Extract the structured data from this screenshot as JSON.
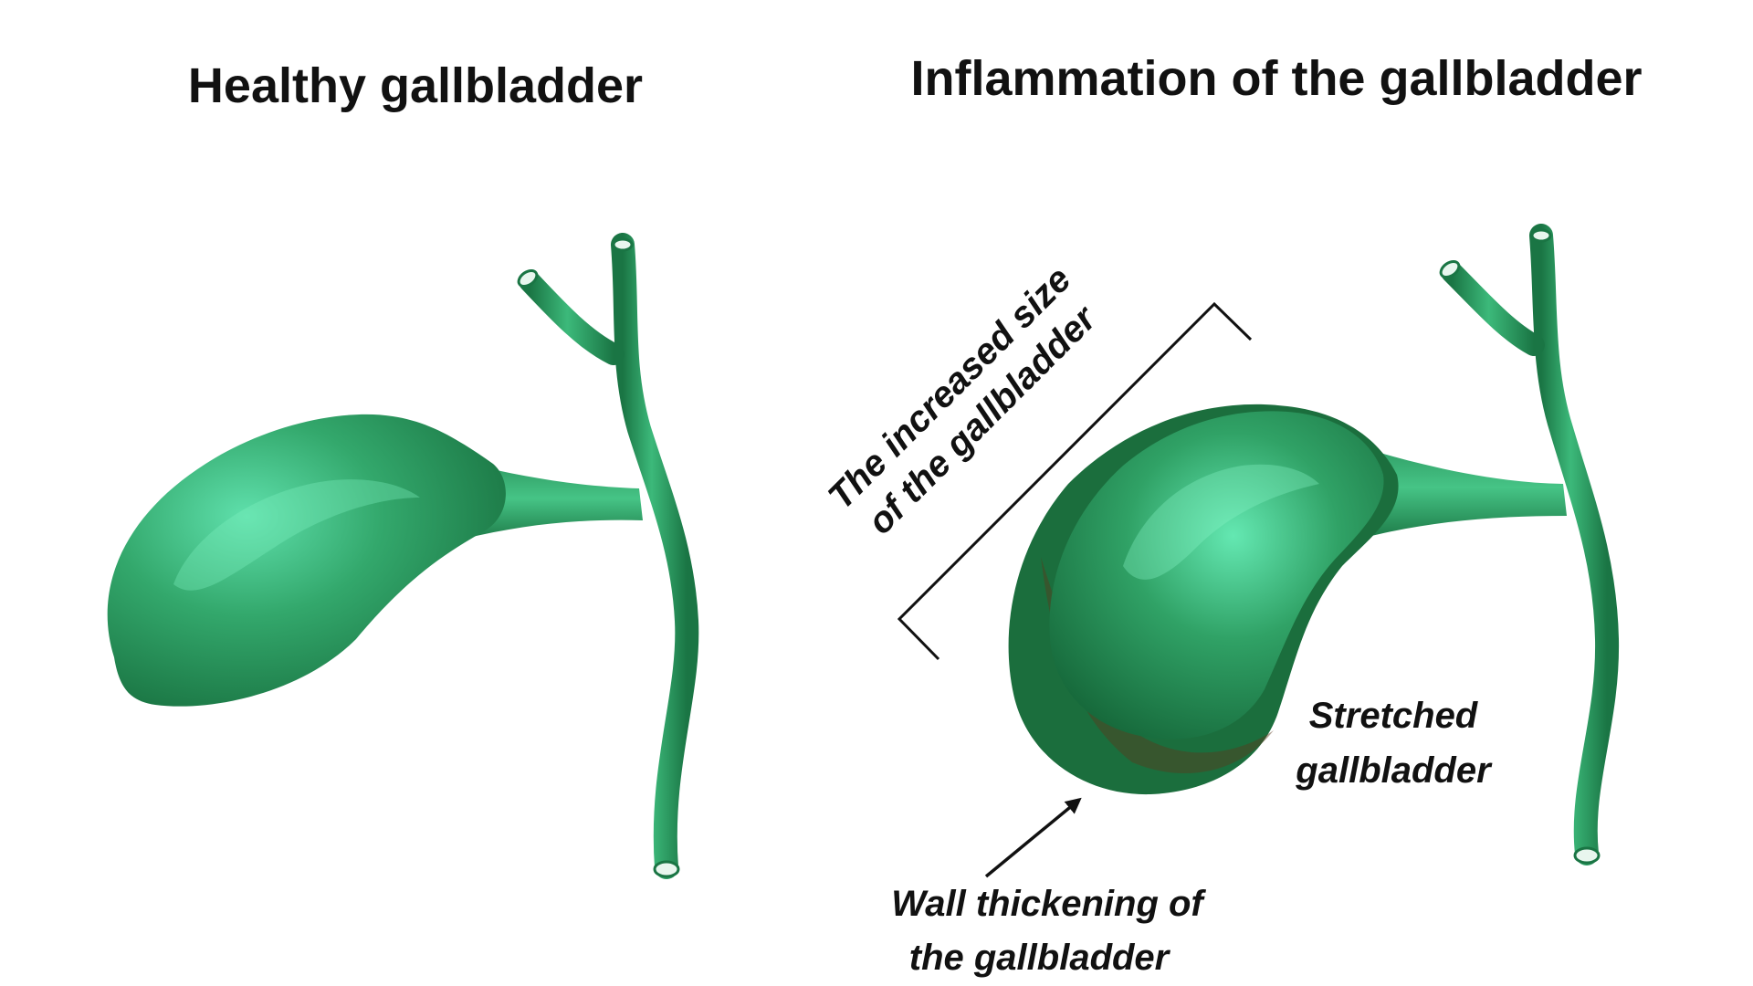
{
  "titles": {
    "healthy": "Healthy gallbladder",
    "inflamed": "Inflammation of the gallbladder"
  },
  "labels": {
    "increased_size_line1": "The increased size",
    "increased_size_line2": "of the gallbladder",
    "stretched_line1": "Stretched",
    "stretched_line2": "gallbladder",
    "wall_line1": "Wall thickening of",
    "wall_line2": "the gallbladder"
  },
  "colors": {
    "organ_dark": "#1c7a48",
    "organ_mid": "#2e9b63",
    "organ_light": "#5fe0ac",
    "inflamed_rim": "#5a3a1c",
    "text": "#111111",
    "background": "#ffffff"
  }
}
